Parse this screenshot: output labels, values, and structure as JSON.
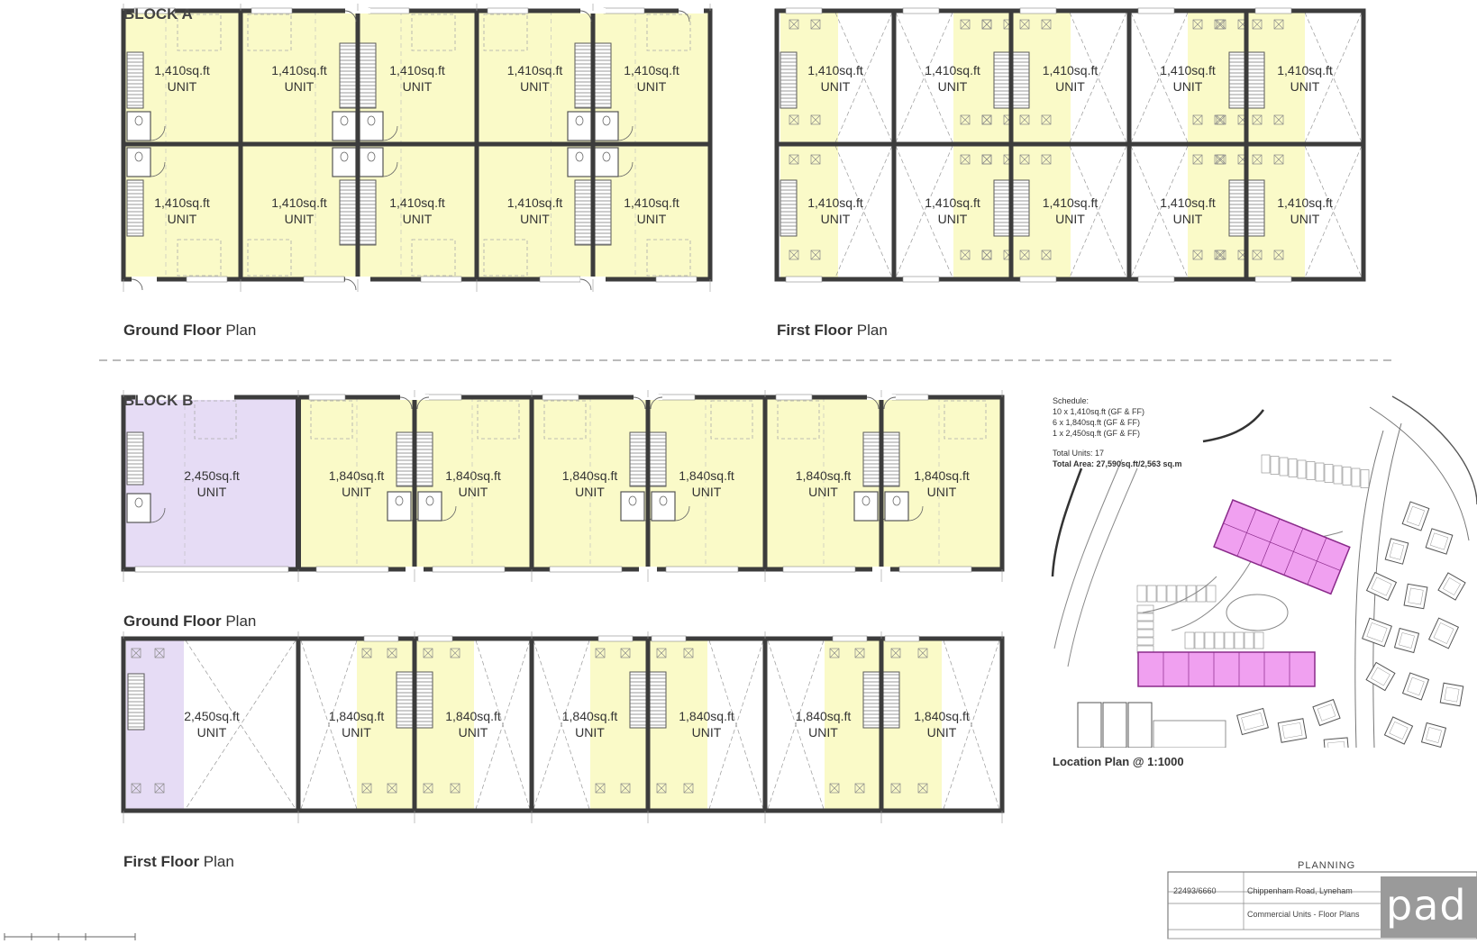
{
  "block_a": {
    "label": "BLOCK A",
    "unit_area": "1,410sq.ft",
    "unit_word": "UNIT"
  },
  "block_b": {
    "label": "BLOCK B",
    "large_unit_area": "2,450sq.ft",
    "unit_area": "1,840sq.ft",
    "unit_word": "UNIT"
  },
  "plans": {
    "ground_bold": "Ground Floor",
    "first_bold": "First Floor",
    "suffix": "Plan"
  },
  "schedule": {
    "heading": "Schedule:",
    "lines": [
      "10 x 1,410sq.ft (GF & FF)",
      "6 x 1,840sq.ft (GF & FF)",
      "1 x 2,450sq.ft (GF & FF)"
    ],
    "total_units": "Total Units: 17",
    "total_area": "Total Area: 27,590sq.ft/2,563 sq.m"
  },
  "location": {
    "bold": "Location Plan @ 1:1000"
  },
  "title_block": {
    "status": "PLANNING",
    "job_no": "22493/6660",
    "project": "Chippenham Road, Lyneham",
    "drawing": "Commercial Units - Floor Plans",
    "logo": "pad"
  },
  "colors": {
    "unit_fill": "#fafac8",
    "large_unit_fill": "#e6dcf5",
    "site_highlight": "#f0a0f0",
    "wall": "#3c3c3c",
    "logo_box": "#9a9a9a"
  }
}
